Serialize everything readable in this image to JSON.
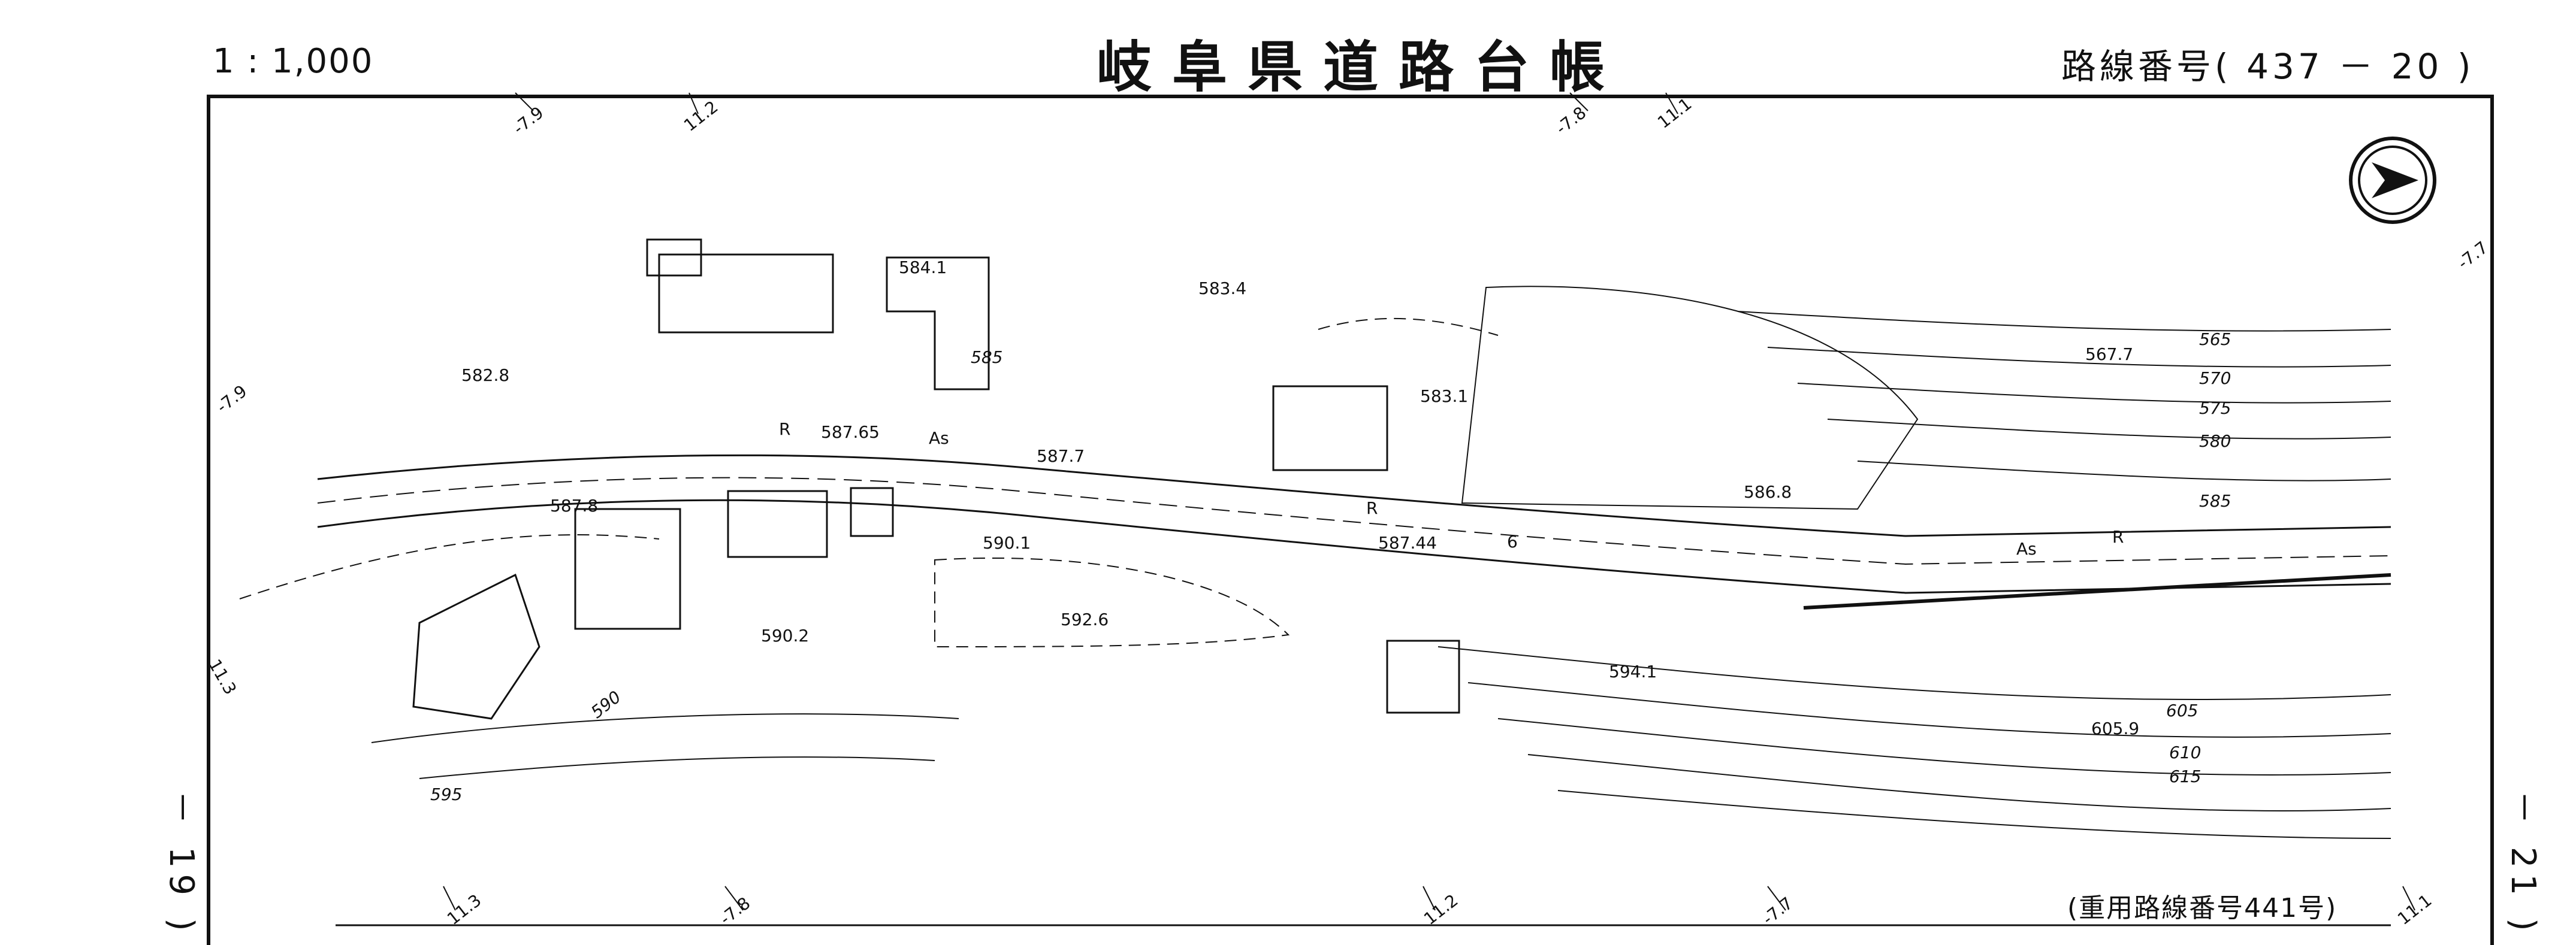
{
  "header": {
    "scale": "1 : 1,000",
    "title": "岐阜県道路台帳",
    "route_label": "路線番号",
    "route_number": "( 437 － 20 )"
  },
  "page_refs": {
    "left": "－ 19 )",
    "right": "－ 21 )"
  },
  "footer": {
    "shared_route": "(重用路線番号441号)"
  },
  "elevations": [
    "584.1",
    "583.4",
    "582.8",
    "583.1",
    "567.7",
    "586.8",
    "587.65",
    "587.7",
    "587.8",
    "587.44",
    "590.1",
    "590.2",
    "592.6",
    "594.1",
    "605.9"
  ],
  "contours": [
    "565",
    "570",
    "575",
    "580",
    "585",
    "585",
    "590",
    "595",
    "605",
    "610",
    "615"
  ],
  "road_marks": [
    "As",
    "As",
    "R",
    "R",
    "R",
    "6"
  ],
  "grid_refs_top": [
    "-7.9",
    "11.2",
    "-7.8",
    "11.1"
  ],
  "grid_refs_bottom": [
    "11.3",
    "-7.8",
    "11.2",
    "-7.7",
    "11.1"
  ],
  "grid_refs_side": [
    "-7.9",
    "11.3",
    "-7.7"
  ],
  "colors": {
    "ink": "#111111",
    "background": "#ffffff"
  },
  "icons": [
    "north-arrow-compass-icon"
  ]
}
